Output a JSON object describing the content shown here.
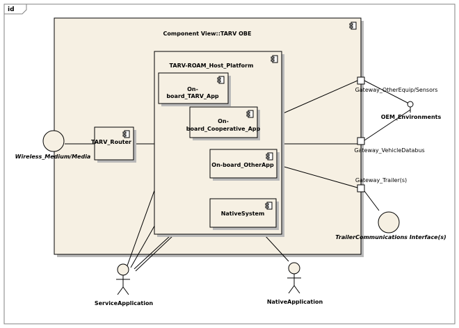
{
  "diagram": {
    "frame_label": "id",
    "outer_component": "Component View::TARV OBE",
    "host_platform": "TARV-ROAM_Host_Platform",
    "components": {
      "tarv_app_line1": "On-",
      "tarv_app_line2": "board_TARV_App",
      "coop_app_line1": "On-",
      "coop_app_line2": "board_Cooperative_App",
      "other_app": "On-board_OtherApp",
      "native_system": "NativeSystem",
      "router": "TARV_Router"
    },
    "ports": {
      "other_equip": "Gateway_OtherEquip/Sensors",
      "vehicle_databus": "Gateway_VehicleDatabus",
      "trailer": "Gateway_Trailer(s)"
    },
    "interfaces": {
      "wireless": "Wireless_Medium/Media",
      "oem": "OEM_Environments",
      "trailer_comms": "TrailerCommunications Interface(s)"
    },
    "actors": {
      "service_application": "ServiceApplication",
      "native_application": "NativeApplication"
    }
  }
}
